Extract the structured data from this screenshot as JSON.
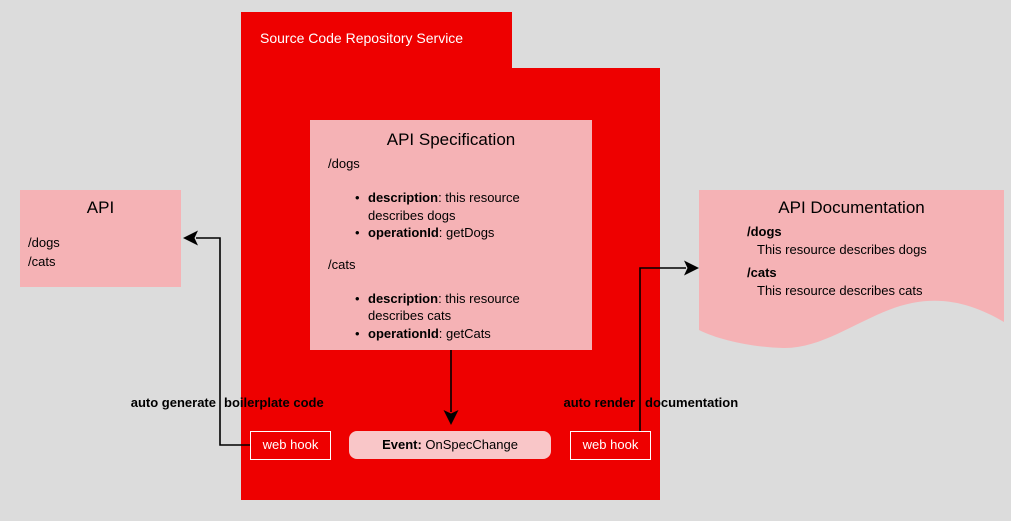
{
  "colors": {
    "background": "#dcdcdc",
    "red": "#ee0000",
    "pink": "#f5b2b5",
    "event_pink": "#f9c6c8",
    "line": "#000000"
  },
  "repository": {
    "title": "Source Code Repository Service"
  },
  "spec": {
    "title": "API Specification",
    "sections": [
      {
        "path": "/dogs",
        "bullets": [
          {
            "term": "description",
            "rest": ": this resource describes dogs"
          },
          {
            "term": "operationId",
            "rest": ": getDogs"
          }
        ]
      },
      {
        "path": "/cats",
        "bullets": [
          {
            "term": "description",
            "rest": ": this resource describes cats"
          },
          {
            "term": "operationId",
            "rest": ": getCats"
          }
        ]
      }
    ]
  },
  "api": {
    "title": "API",
    "paths": [
      "/dogs",
      "/cats"
    ]
  },
  "documentation": {
    "title": "API Documentation",
    "entries": [
      {
        "path": "/dogs",
        "description": "This resource describes dogs"
      },
      {
        "path": "/cats",
        "description": "This resource describes cats"
      }
    ]
  },
  "event": {
    "label_term": "Event:",
    "label_rest": " OnSpecChange"
  },
  "webhooks": {
    "left": "web hook",
    "right": "web hook"
  },
  "labels": {
    "generate": {
      "part1": "auto generate",
      "part2": "boilerplate code"
    },
    "render": {
      "part1": "auto render",
      "part2": "documentation"
    }
  }
}
